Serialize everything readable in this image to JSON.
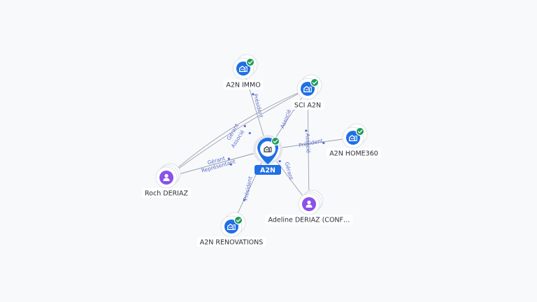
{
  "colors": {
    "company": "#1f6fe5",
    "person": "#8a52e8",
    "verified": "#1e9c5a",
    "edge": "#9aa0ad",
    "edge_label": "#5a6ecc"
  },
  "icons": {
    "company": "building-icon",
    "person": "person-icon",
    "verified": "check-badge-icon"
  },
  "center": {
    "id": "a2n",
    "label": "A2N"
  },
  "nodes": [
    {
      "id": "a2n_immo",
      "label": "A2N IMMO",
      "type": "company",
      "verified": true
    },
    {
      "id": "sci_a2n",
      "label": "SCI A2N",
      "type": "company",
      "verified": true
    },
    {
      "id": "a2n_home360",
      "label": "A2N HOME360",
      "type": "company",
      "verified": true
    },
    {
      "id": "roch",
      "label": "Roch DERIAZ",
      "type": "person",
      "verified": false
    },
    {
      "id": "adeline",
      "label": "Adeline DERIAZ (CONF…",
      "type": "person",
      "verified": false
    },
    {
      "id": "a2n_renov",
      "label": "A2N RENOVATIONS",
      "type": "company",
      "verified": true
    }
  ],
  "edges": [
    {
      "from": "a2n",
      "to": "a2n_immo",
      "label": "Président"
    },
    {
      "from": "a2n",
      "to": "sci_a2n",
      "label": "Associé"
    },
    {
      "from": "a2n",
      "to": "a2n_home360",
      "label": "Président"
    },
    {
      "from": "a2n",
      "to": "a2n_renov",
      "label": "Président"
    },
    {
      "from": "roch",
      "to": "sci_a2n",
      "label": "Gérant"
    },
    {
      "from": "roch",
      "to": "sci_a2n",
      "label": "Associé"
    },
    {
      "from": "roch",
      "to": "a2n",
      "label": "Gérant"
    },
    {
      "from": "roch",
      "to": "a2n",
      "label": "Représentant"
    },
    {
      "from": "adeline",
      "to": "a2n",
      "label": "Gérant"
    },
    {
      "from": "adeline",
      "to": "sci_a2n",
      "label": "Associé"
    }
  ]
}
